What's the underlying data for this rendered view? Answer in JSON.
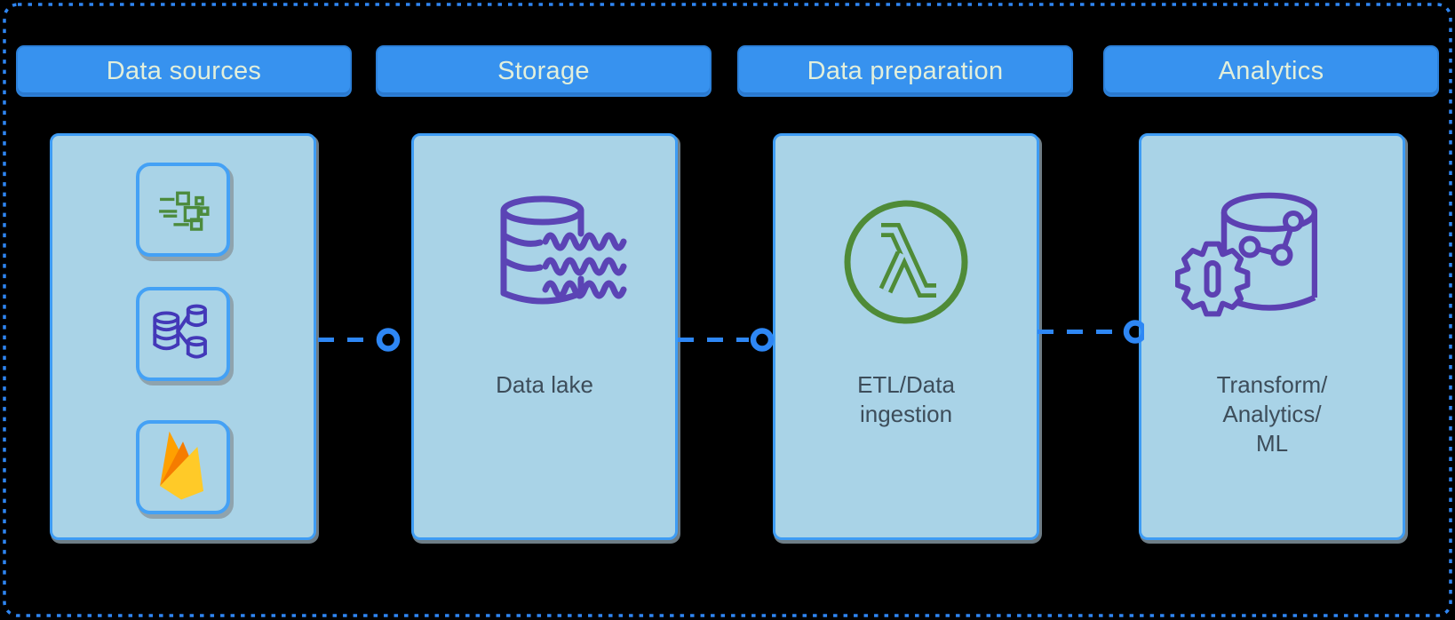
{
  "diagram": {
    "columns": [
      {
        "header": "Data sources",
        "icons": [
          "streaming-data-icon",
          "database-branch-icon",
          "firebase-icon"
        ],
        "label_lines": []
      },
      {
        "header": "Storage",
        "icons": [
          "data-lake-icon"
        ],
        "label_lines": [
          "Data lake"
        ]
      },
      {
        "header": "Data preparation",
        "icons": [
          "lambda-icon"
        ],
        "label_lines": [
          "ETL/Data",
          "ingestion"
        ]
      },
      {
        "header": "Analytics",
        "icons": [
          "analytics-database-icon"
        ],
        "label_lines": [
          "Transform/",
          "Analytics/",
          "ML"
        ]
      }
    ],
    "connectors": [
      {
        "from": "Data sources",
        "to": "Storage"
      },
      {
        "from": "Storage",
        "to": "Data preparation"
      },
      {
        "from": "Data preparation",
        "to": "Analytics"
      }
    ],
    "colors": {
      "background": "#000000",
      "outer_dotted_border": "#2f86f2",
      "header_fill": "#3792ef",
      "header_text": "#e2efdb",
      "card_fill": "#a9d3e7",
      "card_border": "#3e9cf4",
      "box_shadow_gray": "#8fa3ad",
      "connector_blue": "#2e87f5",
      "label_text": "#3d4d5a",
      "icon_green": "#4c8b3d",
      "lambda_green": "#4f8b37",
      "icon_purple": "#4338b8",
      "datalake_purple": "#5b44b5",
      "analytics_purple": "#5c40b2",
      "firebase_orange": "#ffa000",
      "firebase_dark_orange": "#f57c00",
      "firebase_yellow": "#ffca28"
    }
  }
}
